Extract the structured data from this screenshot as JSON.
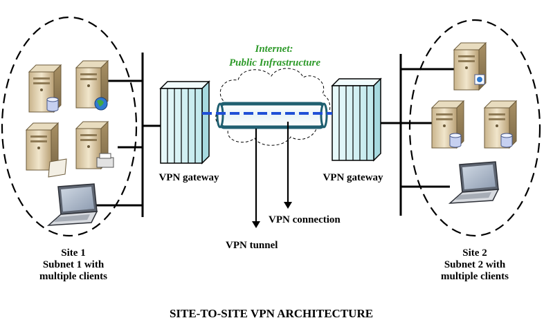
{
  "internet": {
    "line1": "Internet:",
    "line2": "Public Infrastructure"
  },
  "gateways": {
    "left_label": "VPN gateway",
    "right_label": "VPN gateway"
  },
  "tunnel": {
    "connection_label": "VPN connection",
    "tunnel_label": "VPN tunnel"
  },
  "site1": {
    "line1": "Site 1",
    "line2": "Subnet 1 with",
    "line3": "multiple clients"
  },
  "site2": {
    "line1": "Site 2",
    "line2": "Subnet 2 with",
    "line3": "multiple clients"
  },
  "title": "SITE-TO-SITE VPN ARCHITECTURE",
  "colors": {
    "internet_text": "#2e9a2a",
    "tunnel_dash": "#1f4fd6",
    "tunnel_frame": "#1f5f70",
    "gateway_fill": "#d9f3f5"
  },
  "icons": {
    "site1": [
      "server-db-icon",
      "server-globe-icon",
      "desktop-icon",
      "printer-server-icon",
      "laptop-icon"
    ],
    "site2": [
      "workstation-icon",
      "server-db-icon",
      "server-db-icon",
      "laptop-icon"
    ]
  }
}
